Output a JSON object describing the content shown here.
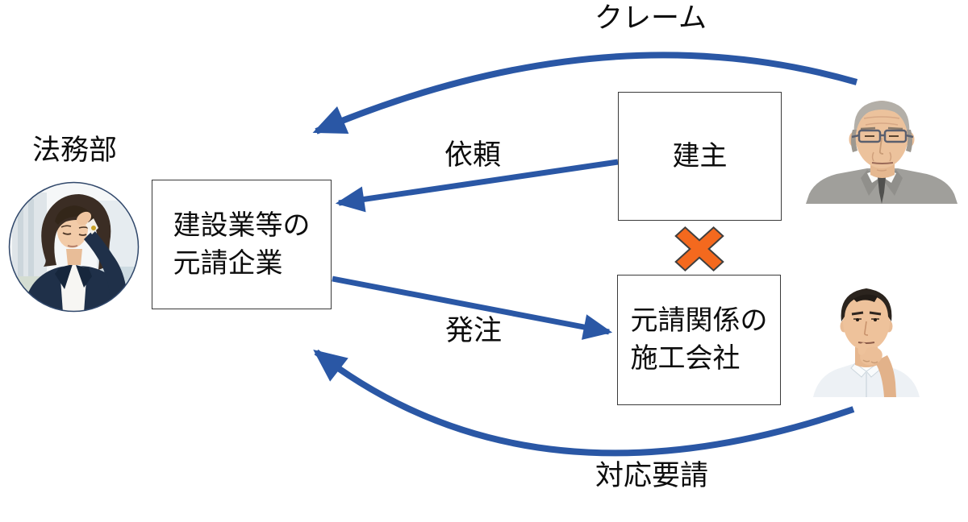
{
  "labels": {
    "claim": "クレーム",
    "legal_dept": "法務部",
    "request": "依頼",
    "order": "発注",
    "response_request": "対応要請"
  },
  "nodes": {
    "prime_contractor": {
      "line1": "建設業等の",
      "line2": "元請企業"
    },
    "building_owner": {
      "label": "建主"
    },
    "construction_company": {
      "line1": "元請関係の",
      "line2": "施工会社"
    }
  },
  "photos": {
    "legal_staff": "troubled businesswoman touching her head",
    "building_owner": "senior man with glasses in gray suit",
    "construction_company": "man thinking with fist on chin"
  },
  "colors": {
    "arrow_blue": "#2A57A5",
    "x_orange": "#F4691E",
    "x_outline": "#3F3F3F",
    "box_border": "#3A3A3A",
    "text_color": "#0D0D0D",
    "bg": "#FFFFFF"
  }
}
